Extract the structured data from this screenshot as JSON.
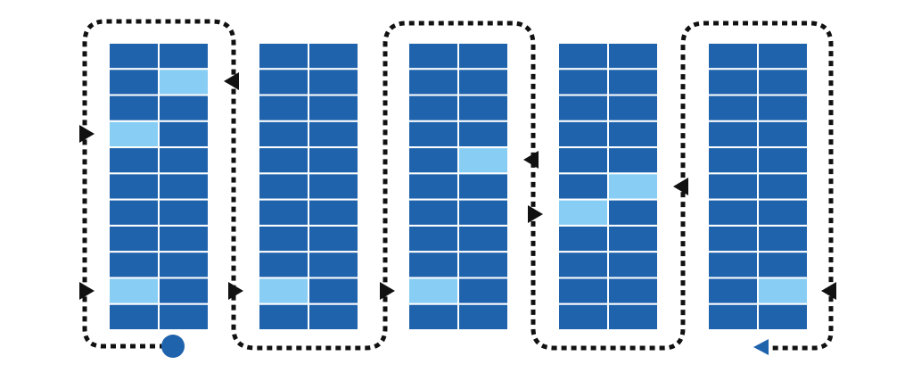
{
  "colors": {
    "background": "#ffffff",
    "cell": "#1f63ad",
    "highlight": "#87cdf4",
    "route": "#111111",
    "marker": "#1f63ad"
  },
  "grid": {
    "rows": 11,
    "cols": 2
  },
  "racks": [
    {
      "id": "rack-1",
      "highlighted": [
        {
          "row": 1,
          "col": 1
        },
        {
          "row": 3,
          "col": 0
        },
        {
          "row": 9,
          "col": 0
        }
      ]
    },
    {
      "id": "rack-2",
      "highlighted": [
        {
          "row": 9,
          "col": 0
        }
      ]
    },
    {
      "id": "rack-3",
      "highlighted": [
        {
          "row": 4,
          "col": 1
        },
        {
          "row": 9,
          "col": 0
        }
      ]
    },
    {
      "id": "rack-4",
      "highlighted": [
        {
          "row": 5,
          "col": 1
        },
        {
          "row": 6,
          "col": 0
        }
      ]
    },
    {
      "id": "rack-5",
      "highlighted": [
        {
          "row": 9,
          "col": 1
        }
      ]
    }
  ],
  "route": {
    "start_marker": "circle",
    "end_marker": "triangle-left",
    "direction_markers": [
      {
        "name": "arrow-right-icon",
        "dir": "right"
      },
      {
        "name": "arrow-left-icon",
        "dir": "left"
      }
    ]
  }
}
